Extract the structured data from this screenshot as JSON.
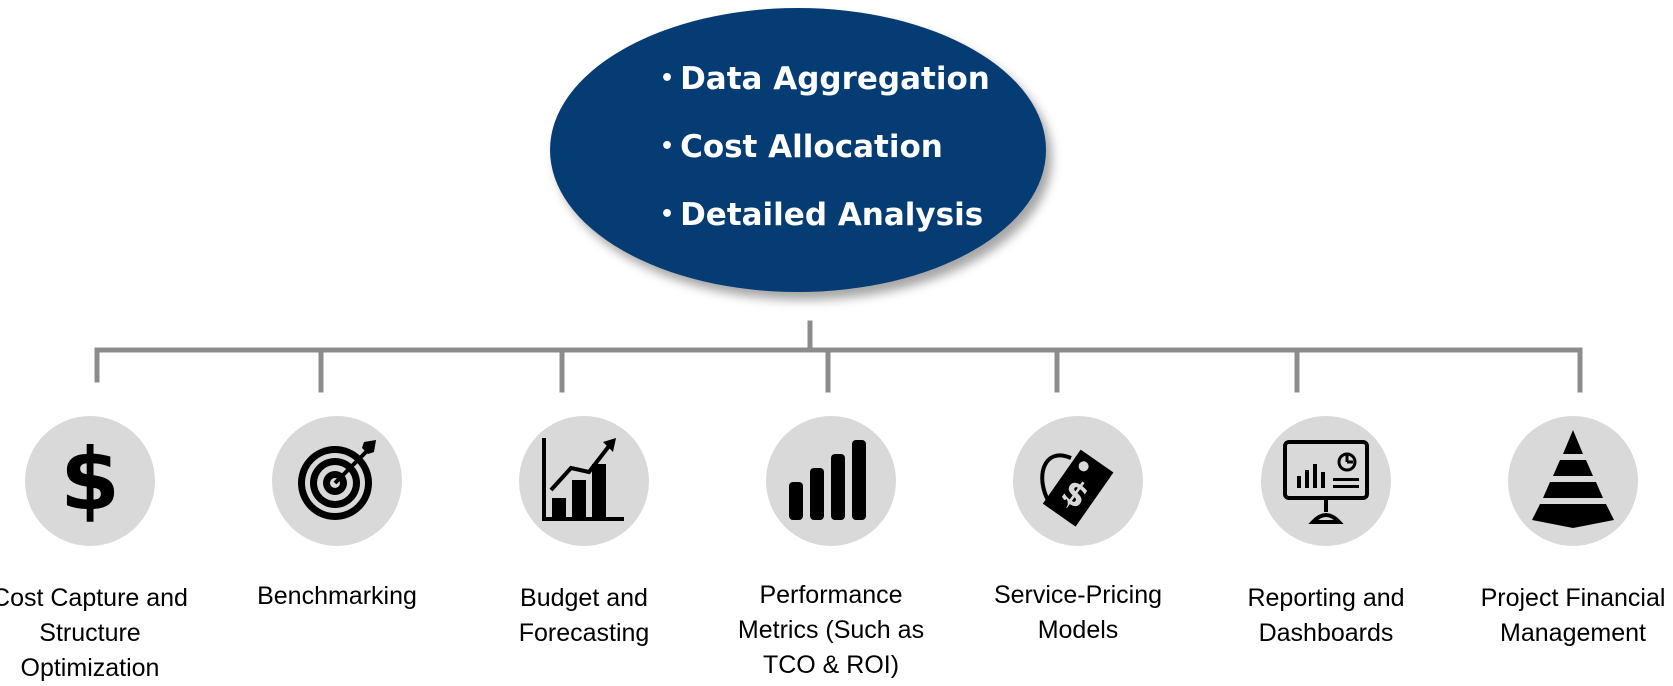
{
  "center": {
    "bullets": [
      "Data Aggregation",
      "Cost Allocation",
      "Detailed Analysis"
    ],
    "color": "#053C73"
  },
  "items": [
    {
      "label": "Cost Capture and Structure Optimization",
      "icon": "dollar-sign-icon"
    },
    {
      "label": "Benchmarking",
      "icon": "target-icon"
    },
    {
      "label": "Budget and Forecasting",
      "icon": "bar-growth-chart-icon"
    },
    {
      "label": "Performance Metrics (Such as TCO & ROI)",
      "icon": "signal-bars-icon"
    },
    {
      "label": "Service-Pricing Models",
      "icon": "price-tag-icon"
    },
    {
      "label": "Reporting and Dashboards",
      "icon": "dashboard-monitor-icon"
    },
    {
      "label": "Project Financial Management",
      "icon": "pyramid-icon"
    }
  ],
  "colors": {
    "connector": "#8C8C8C",
    "icon_circle": "#D9D9D9",
    "icon_glyph": "#000000"
  }
}
